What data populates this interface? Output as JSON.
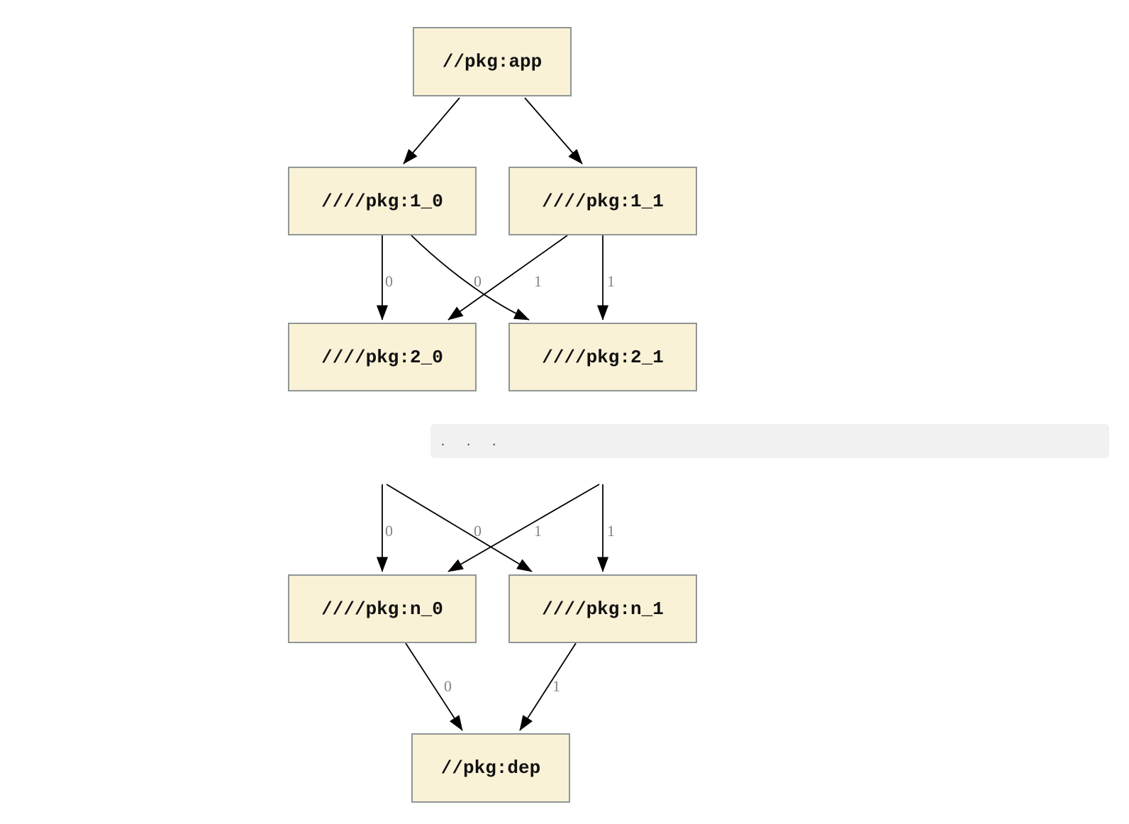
{
  "diagram": {
    "kind": "dependency-graph",
    "nodes": [
      {
        "id": "app",
        "label": "//pkg:app"
      },
      {
        "id": "1_0",
        "label": "////pkg:1_0"
      },
      {
        "id": "1_1",
        "label": "////pkg:1_1"
      },
      {
        "id": "2_0",
        "label": "////pkg:2_0"
      },
      {
        "id": "2_1",
        "label": "////pkg:2_1"
      },
      {
        "id": "n_0",
        "label": "////pkg:n_0"
      },
      {
        "id": "n_1",
        "label": "////pkg:n_1"
      },
      {
        "id": "dep",
        "label": "//pkg:dep"
      }
    ],
    "edges": [
      {
        "from": "//pkg:app",
        "to": "////pkg:1_0",
        "label": ""
      },
      {
        "from": "//pkg:app",
        "to": "////pkg:1_1",
        "label": ""
      },
      {
        "from": "////pkg:1_0",
        "to": "////pkg:2_0",
        "label": "0"
      },
      {
        "from": "////pkg:1_0",
        "to": "////pkg:2_1",
        "label": "1"
      },
      {
        "from": "////pkg:1_1",
        "to": "////pkg:2_0",
        "label": "0"
      },
      {
        "from": "////pkg:1_1",
        "to": "////pkg:2_1",
        "label": "1"
      },
      {
        "from": "(elided)",
        "to": "////pkg:n_0",
        "label": "0"
      },
      {
        "from": "(elided)",
        "to": "////pkg:n_1",
        "label": "1"
      },
      {
        "from": "(elided)",
        "to": "////pkg:n_0",
        "label": "0"
      },
      {
        "from": "(elided)",
        "to": "////pkg:n_1",
        "label": "1"
      },
      {
        "from": "////pkg:n_0",
        "to": "//pkg:dep",
        "label": "0"
      },
      {
        "from": "////pkg:n_1",
        "to": "//pkg:dep",
        "label": "1"
      }
    ],
    "separator_text": ".   .   .",
    "colors": {
      "node_fill": "#FAF2D7",
      "node_border": "#8F9795",
      "node_text": "#111111",
      "edge_color": "#000000",
      "edge_label_color": "#858585",
      "band_bg": "#F1F1F1",
      "band_text": "#3A3A3A",
      "page_bg": "#FFFFFF"
    }
  }
}
